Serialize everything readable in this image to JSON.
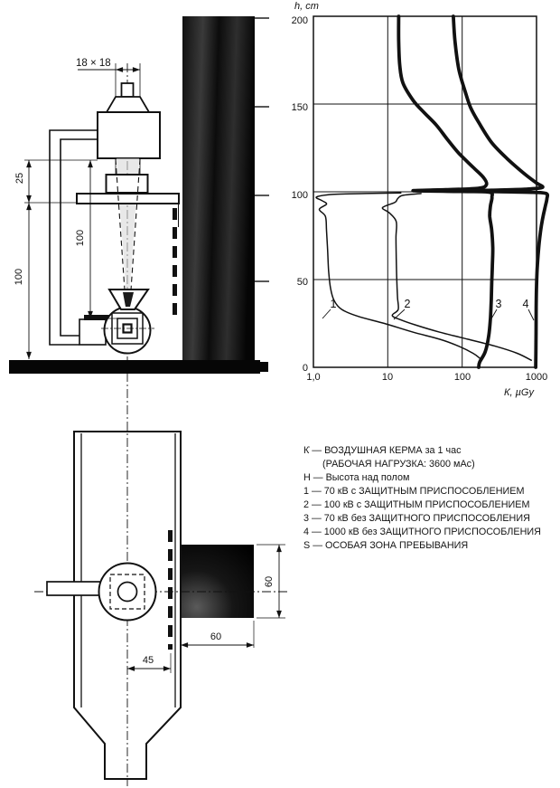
{
  "figure": {
    "description_labels": {
      "side_view_dims": {
        "field_size": "18 × 18",
        "housing_to_table": "25",
        "source_distance": "100",
        "table_height": "100"
      },
      "top_view_dims": {
        "zone_depth": "60",
        "zone_width": "60",
        "center_to_screen": "45"
      }
    }
  },
  "chart_data": {
    "type": "line",
    "title": "",
    "xlabel": "К̇, µGy",
    "ylabel": "h, cm",
    "x_scale": "log",
    "xlim": [
      1,
      1000
    ],
    "ylim": [
      0,
      200
    ],
    "grid": true,
    "xticks": [
      "1,0",
      "10",
      "100",
      "1000"
    ],
    "yticks": [
      "200",
      "150",
      "100",
      "50",
      "0"
    ],
    "series": [
      {
        "label": "1",
        "desc": "70 кВ с защитным приспособлением",
        "style": "thin",
        "points": [
          [
            175,
            5
          ],
          [
            140,
            8
          ],
          [
            90,
            12
          ],
          [
            50,
            16
          ],
          [
            22,
            20
          ],
          [
            9,
            25
          ],
          [
            4,
            29
          ],
          [
            2.4,
            33
          ],
          [
            1.9,
            38
          ],
          [
            1.7,
            45
          ],
          [
            1.6,
            55
          ],
          [
            1.55,
            67
          ],
          [
            1.5,
            78
          ],
          [
            1.45,
            86
          ],
          [
            1.2,
            90
          ],
          [
            1.5,
            93
          ],
          [
            1.3,
            95
          ],
          [
            1.1,
            97
          ],
          [
            1.8,
            98.5
          ],
          [
            5,
            99
          ],
          [
            15,
            99.4
          ]
        ]
      },
      {
        "label": "2",
        "desc": "100 кВ с защитным приспособлением",
        "style": "thin",
        "points": [
          [
            850,
            4
          ],
          [
            550,
            8
          ],
          [
            280,
            12
          ],
          [
            120,
            16
          ],
          [
            50,
            20
          ],
          [
            24,
            24
          ],
          [
            15,
            27
          ],
          [
            11.5,
            29.5
          ],
          [
            13.8,
            33
          ],
          [
            13.5,
            40
          ],
          [
            13.2,
            50
          ],
          [
            13,
            62
          ],
          [
            12.9,
            74
          ],
          [
            13,
            83
          ],
          [
            10.5,
            88
          ],
          [
            8.5,
            91
          ],
          [
            12.5,
            94
          ],
          [
            13.5,
            96
          ],
          [
            16,
            98
          ],
          [
            28,
            99
          ]
        ]
      },
      {
        "label": "3",
        "desc": "70 кВ без защитного приспособления",
        "style": "thick",
        "points": [
          [
            14,
            200
          ],
          [
            14,
            186
          ],
          [
            14.5,
            172
          ],
          [
            16,
            162
          ],
          [
            22,
            152
          ],
          [
            31,
            145
          ],
          [
            45,
            138
          ],
          [
            63,
            130
          ],
          [
            90,
            122
          ],
          [
            140,
            114
          ],
          [
            195,
            108
          ],
          [
            212,
            104
          ],
          [
            165,
            102
          ],
          [
            60,
            101.2
          ],
          [
            22,
            100.6
          ],
          [
            100,
            100.2
          ],
          [
            230,
            99.8
          ],
          [
            252,
            97
          ],
          [
            240,
            92
          ],
          [
            235,
            86
          ],
          [
            250,
            78
          ],
          [
            258,
            68
          ],
          [
            255,
            58
          ],
          [
            250,
            48
          ],
          [
            246,
            38
          ],
          [
            240,
            28
          ],
          [
            228,
            18
          ],
          [
            205,
            9
          ],
          [
            172,
            3
          ],
          [
            167,
            0
          ]
        ]
      },
      {
        "label": "4",
        "desc": "1000 кВ без защитного приспособления",
        "style": "thick",
        "points": [
          [
            76,
            200
          ],
          [
            80,
            186
          ],
          [
            90,
            170
          ],
          [
            110,
            157
          ],
          [
            130,
            148
          ],
          [
            170,
            139
          ],
          [
            250,
            128
          ],
          [
            400,
            119
          ],
          [
            700,
            110
          ],
          [
            1000,
            105
          ],
          [
            1200,
            102.5
          ],
          [
            700,
            101.5
          ],
          [
            250,
            100.9
          ],
          [
            70,
            100.5
          ],
          [
            300,
            100.1
          ],
          [
            900,
            99.7
          ],
          [
            1350,
            99
          ],
          [
            1380,
            96
          ],
          [
            1300,
            91
          ],
          [
            1200,
            84
          ],
          [
            1120,
            76
          ],
          [
            1060,
            66
          ],
          [
            1020,
            56
          ],
          [
            1000,
            46
          ],
          [
            990,
            34
          ],
          [
            985,
            20
          ],
          [
            980,
            8
          ],
          [
            975,
            0
          ]
        ]
      }
    ]
  },
  "legend": {
    "lines": [
      "К̇ — ВОЗДУШНАЯ КЕРМА за 1 час",
      "(РАБОЧАЯ НАГРУЗКА: 3600 мАс)",
      "Н — Высота над полом",
      "1 — 70 кВ с ЗАЩИТНЫМ ПРИСПОСОБЛЕНИЕМ",
      "2 — 100 кВ с ЗАЩИТНЫМ ПРИСПОСОБЛЕНИЕМ",
      "3 — 70 кВ без ЗАЩИТНОГО ПРИСПОСОБЛЕНИЯ",
      "4 — 1000 кВ без ЗАЩИТНОГО ПРИСПОСОБЛЕНИЯ",
      "S — ОСОБАЯ ЗОНА ПРЕБЫВАНИЯ"
    ]
  }
}
